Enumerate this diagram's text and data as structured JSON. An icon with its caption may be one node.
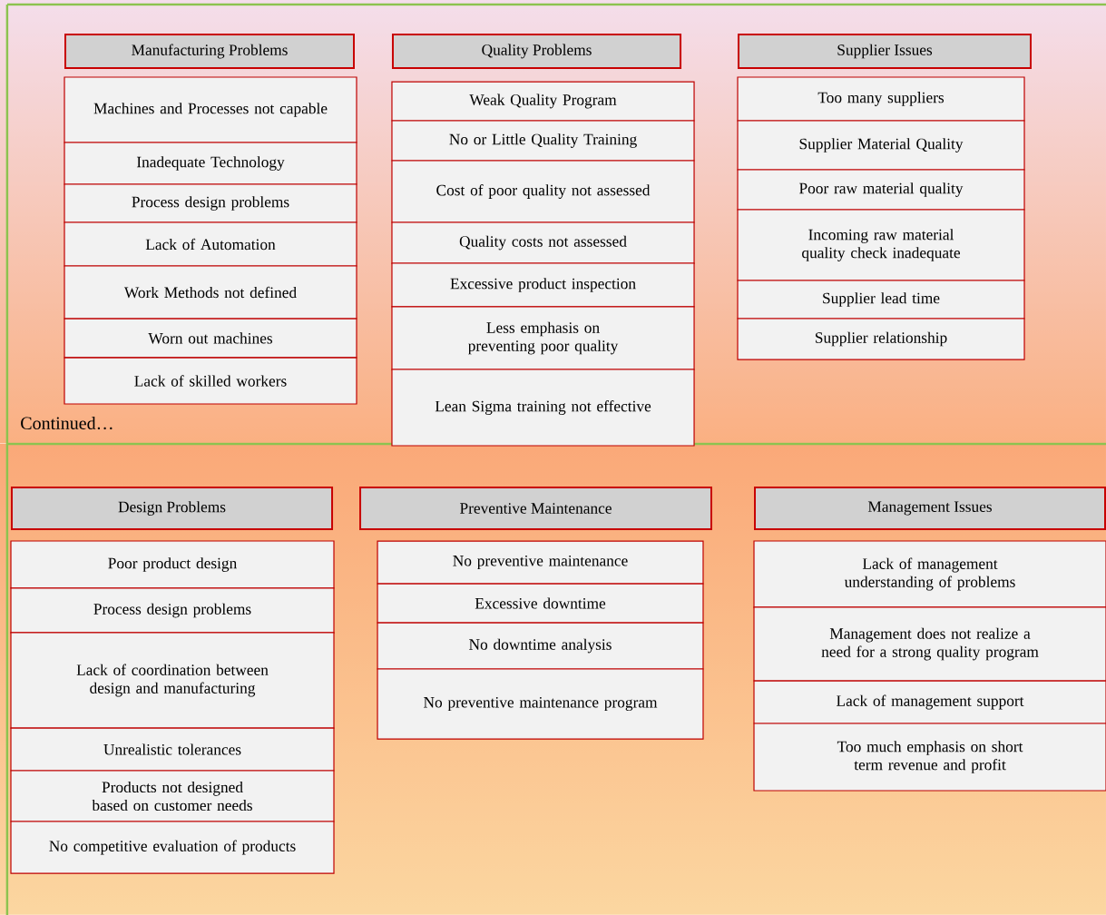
{
  "diagram": {
    "nodes": [
      {
        "text": [
          "Manufacturing Problems"
        ]
      },
      {
        "text": [
          "Machines and Processes not capable"
        ]
      },
      {
        "text": [
          "Inadequate Technology"
        ]
      },
      {
        "text": [
          "Process design problems"
        ]
      },
      {
        "text": [
          "Lack of Automation"
        ]
      },
      {
        "text": [
          "Work Methods not defined"
        ]
      },
      {
        "text": [
          "Worn out machines"
        ]
      },
      {
        "text": [
          "Lack of skilled workers"
        ]
      },
      {
        "text": [
          "Quality Problems"
        ]
      },
      {
        "text": [
          "Weak Quality Program"
        ]
      },
      {
        "text": [
          "No or Little Quality Training"
        ]
      },
      {
        "text": [
          "Cost of poor quality not assessed"
        ]
      },
      {
        "text": [
          "Quality costs not assessed"
        ]
      },
      {
        "text": [
          "Excessive product inspection"
        ]
      },
      {
        "text": [
          "Less emphasis on preventing poor quality"
        ]
      },
      {
        "text": [
          "Lean Sigma training not effective"
        ]
      },
      {
        "text": [
          "Supplier Issues"
        ]
      },
      {
        "text": [
          "Too many suppliers"
        ]
      },
      {
        "text": [
          "Supplier Material Quality"
        ]
      },
      {
        "text": [
          "Poor raw material quality"
        ]
      },
      {
        "text": [
          "Incoming raw material quality check inadequate"
        ]
      },
      {
        "text": [
          "Supplier lead time"
        ]
      },
      {
        "text": [
          "Supplier relationship"
        ]
      },
      {
        "text": [
          "Design Problems"
        ]
      },
      {
        "text": [
          "Poor product design"
        ]
      },
      {
        "text": [
          "Process design problems"
        ]
      },
      {
        "text": [
          "Lack of coordination between design and manufacturing"
        ]
      },
      {
        "text": [
          "Unrealistic tolerances"
        ]
      },
      {
        "text": [
          "Products not designed based on customer needs"
        ]
      },
      {
        "text": [
          "No competitive evaluation of products"
        ]
      },
      {
        "text": [
          "Preventive Maintenance"
        ]
      },
      {
        "text": [
          "No preventive maintenance"
        ]
      },
      {
        "text": [
          "Excessive downtime"
        ]
      },
      {
        "text": [
          "No downtime analysis"
        ]
      },
      {
        "text": [
          "No preventive maintenance program"
        ]
      },
      {
        "text": [
          "Management Issues"
        ]
      },
      {
        "text": [
          "Lack of management understanding of problems"
        ]
      },
      {
        "text": [
          "Management does not realize a need for a strong quality program"
        ]
      },
      {
        "text": [
          "Lack of management support"
        ]
      },
      {
        "text": [
          "Too much emphasis on short term revenue and profit"
        ]
      }
    ],
    "labels": [
      "Continued…"
    ]
  }
}
